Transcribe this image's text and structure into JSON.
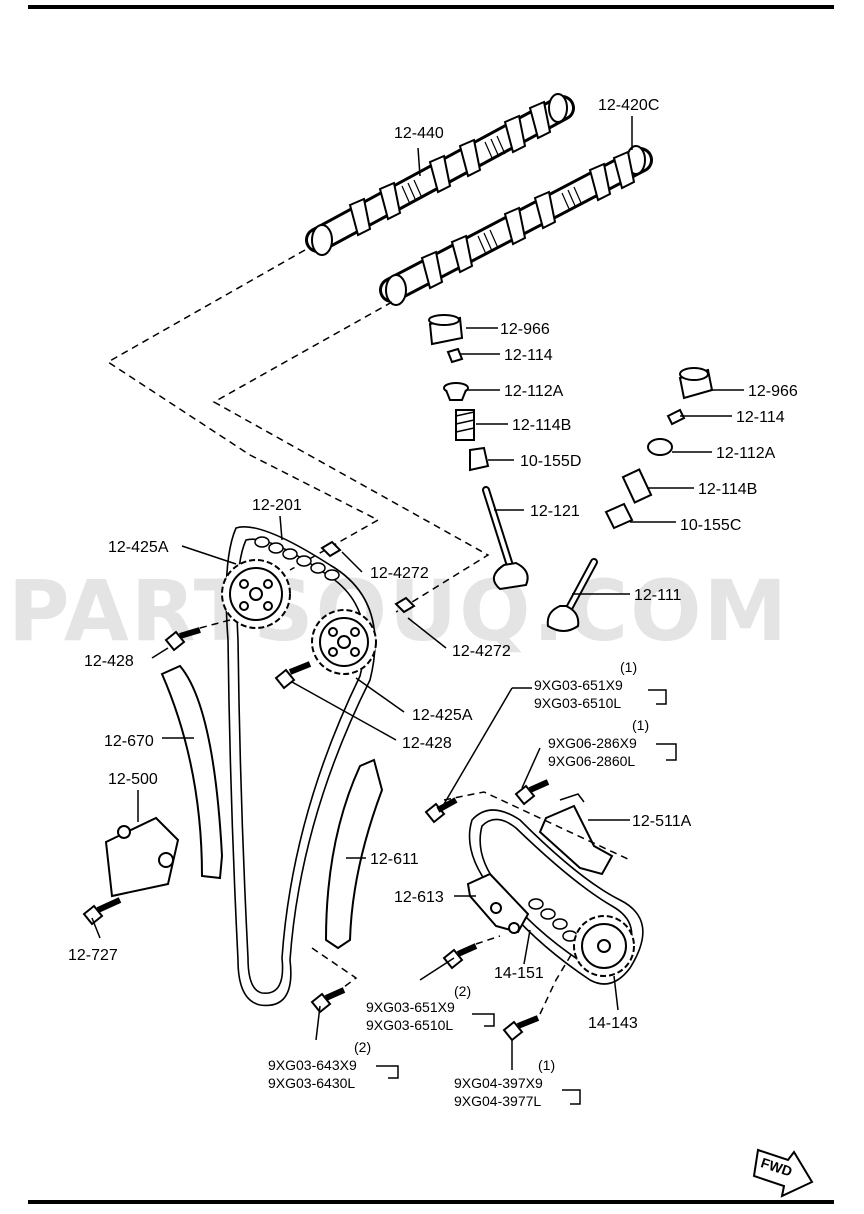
{
  "watermark": "PARTSOUQ.COM",
  "fwd_label": "FWD",
  "labels": {
    "l_12440": "12-440",
    "l_12420C": "12-420C",
    "l_12966_a": "12-966",
    "l_12114_a": "12-114",
    "l_12112A_a": "12-112A",
    "l_12114B_a": "12-114B",
    "l_10155D": "10-155D",
    "l_12121": "12-121",
    "l_12966_b": "12-966",
    "l_12114_b": "12-114",
    "l_12112A_b": "12-112A",
    "l_12114B_b": "12-114B",
    "l_10155C": "10-155C",
    "l_12111": "12-111",
    "l_12201": "12-201",
    "l_12425A_a": "12-425A",
    "l_12425A_b": "12-425A",
    "l_124272_a": "12-4272",
    "l_124272_b": "12-4272",
    "l_12428_a": "12-428",
    "l_12428_b": "12-428",
    "l_12670": "12-670",
    "l_12500": "12-500",
    "l_12727": "12-727",
    "l_12611": "12-611",
    "l_12613": "12-613",
    "l_14151": "14-151",
    "l_14143": "14-143",
    "l_12511A": "12-511A",
    "q1_a": "(1)",
    "p_651x9_a": "9XG03-651X9",
    "p_6510l_a": "9XG03-6510L",
    "q1_b": "(1)",
    "p_286x9": "9XG06-286X9",
    "p_2860l": "9XG06-2860L",
    "q2_a": "(2)",
    "p_651x9_b": "9XG03-651X9",
    "p_6510l_b": "9XG03-6510L",
    "q2_b": "(2)",
    "p_643x9": "9XG03-643X9",
    "p_6430l": "9XG03-6430L",
    "q1_c": "(1)",
    "p_397x9": "9XG04-397X9",
    "p_3977l": "9XG04-3977L"
  }
}
